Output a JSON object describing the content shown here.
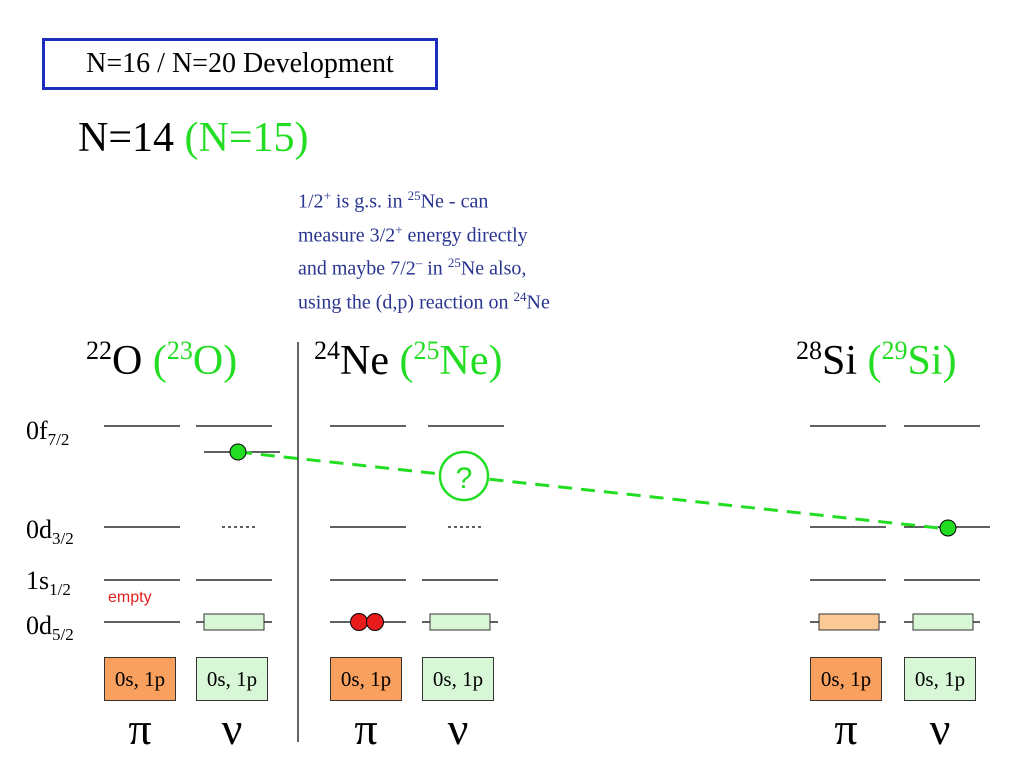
{
  "title": "N=16 / N=20 Development",
  "subtitle": {
    "main": "N=14",
    "alt": "(N=15)"
  },
  "note": {
    "line1": {
      "a": "1/2",
      "sup1": "+",
      "b": " is g.s. in ",
      "sup2": "25",
      "c": "Ne - can"
    },
    "line2": {
      "a": "measure 3/2",
      "sup1": "+",
      "b": " energy directly"
    },
    "line3": {
      "a": "and maybe 7/2",
      "sup1": "–",
      "b": " in ",
      "sup2": "25",
      "c": "Ne also,"
    },
    "line4": {
      "a": "using the (d,p) reaction on ",
      "sup1": "24",
      "b": "Ne"
    }
  },
  "nuclei": [
    {
      "mass": "22",
      "el": "O",
      "alt_mass": "23",
      "alt_el": "O"
    },
    {
      "mass": "24",
      "el": "Ne",
      "alt_mass": "25",
      "alt_el": "Ne"
    },
    {
      "mass": "28",
      "el": "Si",
      "alt_mass": "29",
      "alt_el": "Si"
    }
  ],
  "levels": [
    {
      "orb": "0f",
      "j": "7/2"
    },
    {
      "orb": "0d",
      "j": "3/2"
    },
    {
      "orb": "1s",
      "j": "1/2"
    },
    {
      "orb": "0d",
      "j": "5/2"
    }
  ],
  "empty_label": "empty",
  "core_label": "0s, 1p",
  "pi": "π",
  "nu": "ν",
  "question": "?",
  "colors": {
    "title_border": "#1f2dbf",
    "green": "#22dd22",
    "proton_core": "#f9a05e",
    "neutron": "#d8f7d6",
    "proton_partial": "#fcc996",
    "note": "#2a3590",
    "pair": "#e81c1c"
  }
}
